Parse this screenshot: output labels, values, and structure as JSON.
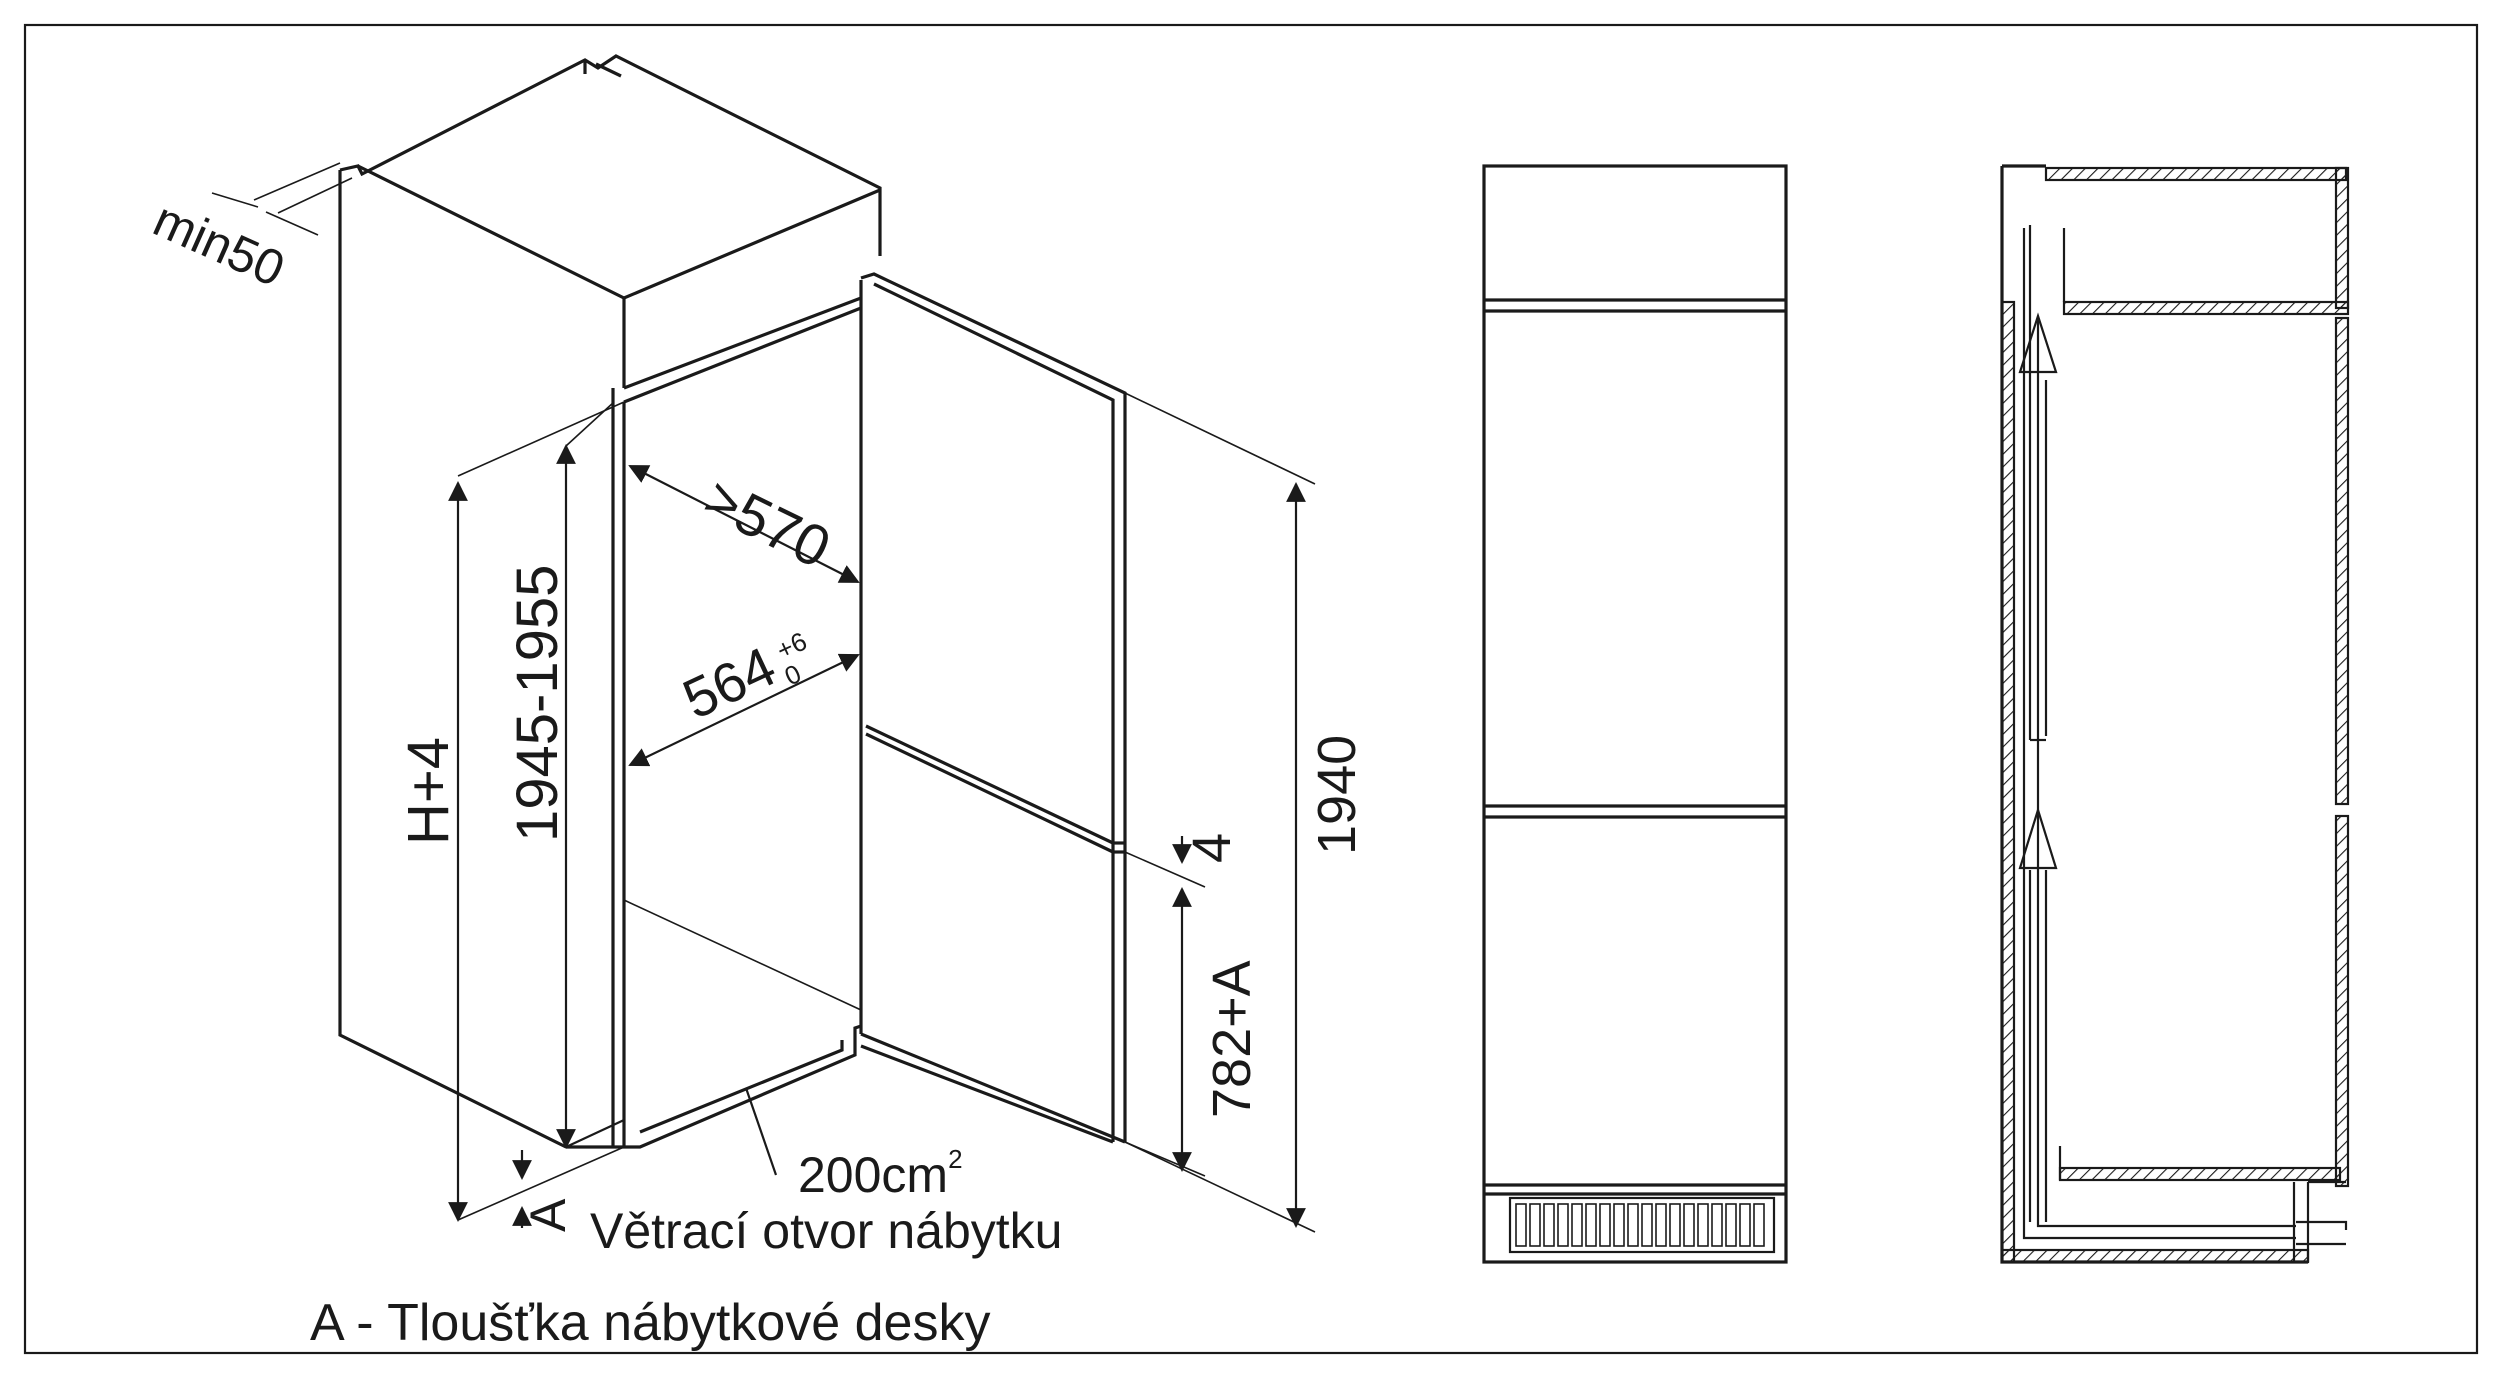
{
  "labels": {
    "min50": "min50",
    "depth_570": ">570",
    "width_564": "564",
    "width_564_tol_upper": "+6",
    "width_564_tol_lower": "0",
    "niche_height": "1945-1955",
    "h_plus_4": "H+4",
    "gap_4": "4",
    "height_1940": "1940",
    "lower_782a": "782+A",
    "a_label": "A",
    "vent_area": "200cm",
    "vent_area_sup": "2",
    "vent_caption": "Větrací otvor nábytku",
    "legend": "A - Tloušťka nábytkové desky"
  },
  "colors": {
    "line": "#1a1a1a",
    "background": "#ffffff"
  },
  "icons": {
    "airflow_arrow_upper": "arrow-up-icon",
    "airflow_arrow_lower": "arrow-up-icon"
  }
}
